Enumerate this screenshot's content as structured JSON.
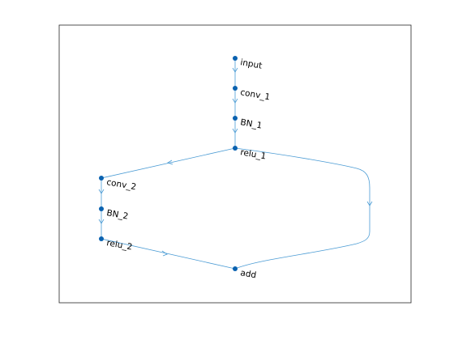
{
  "colors": {
    "edge": "#4a9bd4",
    "node": "#0a62b0",
    "axes_border": "#262626",
    "background": "#ffffff"
  },
  "graph": {
    "nodes": [
      {
        "id": "input",
        "label": "input"
      },
      {
        "id": "conv_1",
        "label": "conv_1"
      },
      {
        "id": "BN_1",
        "label": "BN_1"
      },
      {
        "id": "relu_1",
        "label": "relu_1"
      },
      {
        "id": "conv_2",
        "label": "conv_2"
      },
      {
        "id": "BN_2",
        "label": "BN_2"
      },
      {
        "id": "relu_2",
        "label": "relu_2"
      },
      {
        "id": "add",
        "label": "add"
      }
    ],
    "edges": [
      {
        "from": "input",
        "to": "conv_1"
      },
      {
        "from": "conv_1",
        "to": "BN_1"
      },
      {
        "from": "BN_1",
        "to": "relu_1"
      },
      {
        "from": "relu_1",
        "to": "conv_2"
      },
      {
        "from": "conv_2",
        "to": "BN_2"
      },
      {
        "from": "BN_2",
        "to": "relu_2"
      },
      {
        "from": "relu_2",
        "to": "add"
      },
      {
        "from": "relu_1",
        "to": "add"
      }
    ]
  }
}
